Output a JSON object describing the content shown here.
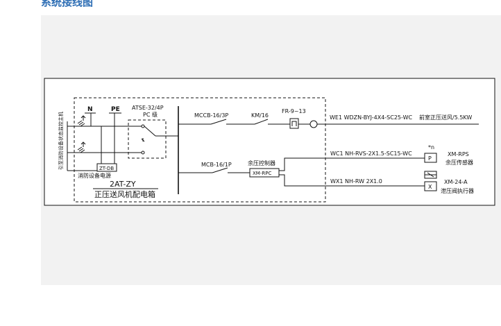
{
  "section_title": "系统接线图",
  "diagram": {
    "side_text": "引至消防设备状态监控主机",
    "n_label": "N",
    "pe_label": "PE",
    "ats_model": "ATSE-32/4P",
    "ats_class": "PC 级",
    "zt_db": "ZT-DB",
    "fire_power": "消防设备电源",
    "box_code": "2AT-ZY",
    "box_name": "正压送风机配电箱",
    "mccb": "MCCB-16/3P",
    "km": "KM/16",
    "fr": "FR-9~13",
    "mcb": "MCB-16/1P",
    "controller_title": "余压控制器",
    "controller_box": "XM-RPC",
    "wc1_text": "WC1 NH-RVS-2X1.5-SC15-WC",
    "wx1_text": "WX1 NH-RW 2X1.0",
    "we1_text": "WE1 WDZN-BYJ-4X4-SC25-WC",
    "fan_label": "前室正压送风/5.5KW",
    "sensor_star": "*n",
    "sensor_box": "P",
    "sensor_model": "XM-RPS",
    "sensor_name": "余压传感器",
    "valve_box": "X",
    "valve_model": "XM-24-A",
    "valve_name": "泄压阀执行器"
  }
}
